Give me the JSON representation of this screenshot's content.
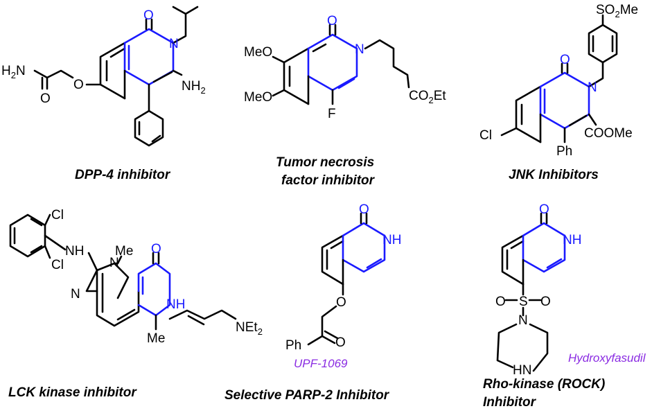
{
  "colors": {
    "bond": "#000000",
    "highlight": "#1a1aff",
    "drug_name": "#8a2be2",
    "background": "#ffffff"
  },
  "panels": [
    {
      "caption": "DPP-4 inhibitor",
      "atoms": {
        "o_top": "O",
        "n": "N",
        "nh2_right": "NH",
        "nh2_right_sub": "2",
        "h2n": "H",
        "h2n_sub": "2",
        "h2n_n": "N",
        "o_amide": "O",
        "o_ether": "O"
      }
    },
    {
      "caption_line1": "Tumor necrosis",
      "caption_line2": "factor inhibitor",
      "atoms": {
        "o_top": "O",
        "n": "N",
        "meo1": "MeO",
        "meo2": "MeO",
        "f": "F",
        "co2et_a": "CO",
        "co2et_sub": "2",
        "co2et_b": "Et"
      }
    },
    {
      "caption": "JNK Inhibitors",
      "atoms": {
        "so2me_a": "SO",
        "so2me_sub": "2",
        "so2me_b": "Me",
        "o_top": "O",
        "n": "N",
        "cl": "Cl",
        "ph": "Ph",
        "coome": "COOMe"
      }
    },
    {
      "caption": "LCK kinase inhibitor",
      "atoms": {
        "cl_top": "Cl",
        "cl_bot": "Cl",
        "nh_link": "NH",
        "n_me": "N",
        "me_top": "Me",
        "n_ring": "N",
        "o_top": "O",
        "nh_lactam": "NH",
        "net2_a": "NEt",
        "net2_sub": "2",
        "me_bot": "Me"
      }
    },
    {
      "caption": "Selective PARP-2 Inhibitor",
      "drug_name": "UPF-1069",
      "atoms": {
        "o_top": "O",
        "nh": "NH",
        "o_ether": "O",
        "ph": "Ph",
        "o_keto": "O"
      }
    },
    {
      "caption_line1": "Rho-kinase (ROCK)",
      "caption_line2": "Inhibitor",
      "drug_name": "Hydroxyfasudil",
      "atoms": {
        "o_top": "O",
        "nh": "NH",
        "s": "S",
        "o_left": "O",
        "o_right": "O",
        "n_ring": "N",
        "hn": "HN"
      }
    }
  ]
}
